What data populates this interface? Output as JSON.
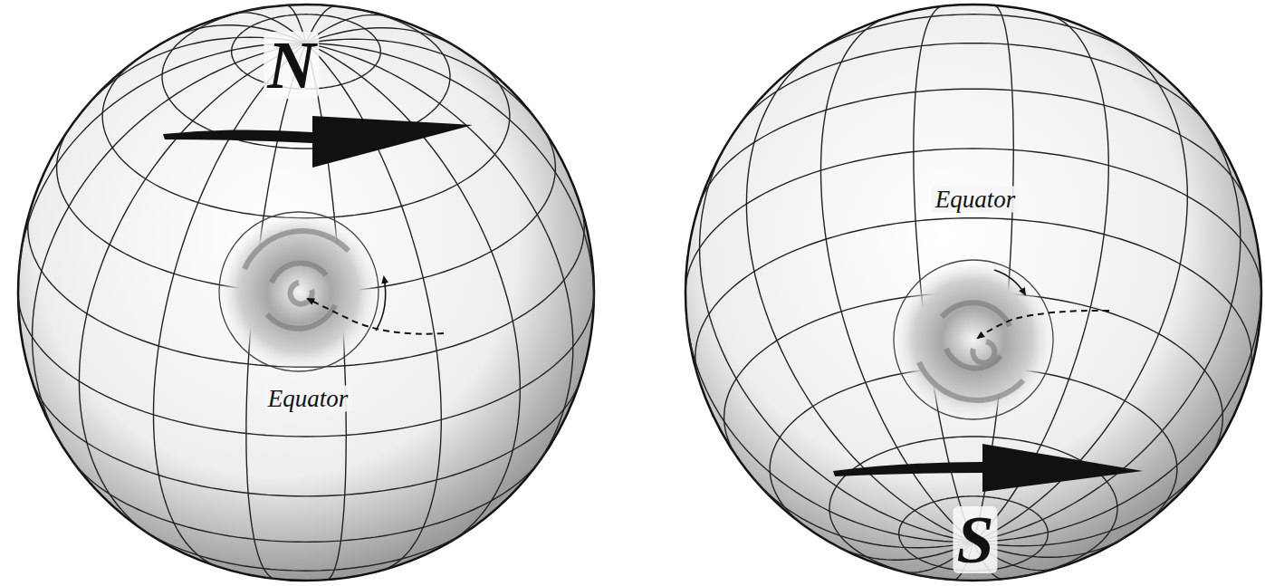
{
  "diagram": {
    "labels": [
      "N",
      "Equator",
      "Equator",
      "S"
    ]
  }
}
